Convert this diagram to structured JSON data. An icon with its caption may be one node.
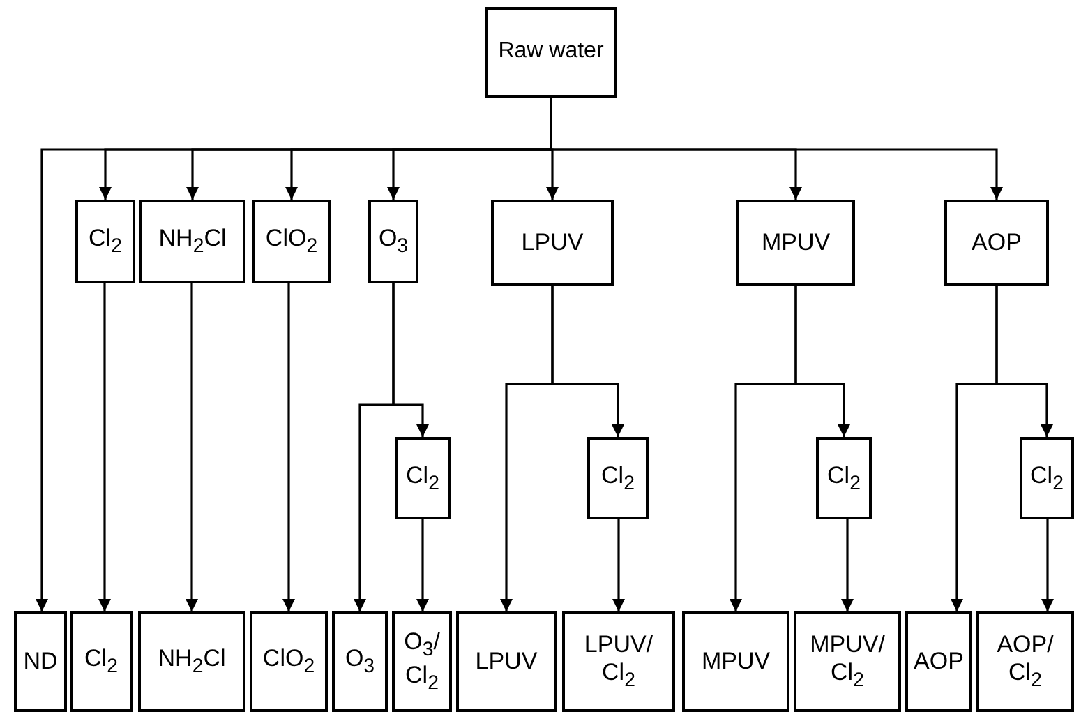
{
  "diagram": {
    "nodes": [
      {
        "text": [
          "Raw water"
        ]
      },
      {
        "text": [
          "Cl$_{2}$"
        ]
      },
      {
        "text": [
          "NH$_{2}$Cl"
        ]
      },
      {
        "text": [
          "ClO$_{2}$"
        ]
      },
      {
        "text": [
          "O$_{3}$"
        ]
      },
      {
        "text": [
          "LPUV"
        ]
      },
      {
        "text": [
          "MPUV"
        ]
      },
      {
        "text": [
          "AOP"
        ]
      },
      {
        "text": [
          "Cl$_{2}$"
        ]
      },
      {
        "text": [
          "Cl$_{2}$"
        ]
      },
      {
        "text": [
          "Cl$_{2}$"
        ]
      },
      {
        "text": [
          "Cl$_{2}$"
        ]
      },
      {
        "text": [
          "ND"
        ]
      },
      {
        "text": [
          "Cl$_{2}$"
        ]
      },
      {
        "text": [
          "NH$_{2}$Cl"
        ]
      },
      {
        "text": [
          "ClO$_{2}$"
        ]
      },
      {
        "text": [
          "O$_{3}$"
        ]
      },
      {
        "text": [
          "O$_{3}$/ Cl$_{2}$"
        ]
      },
      {
        "text": [
          "LPUV"
        ]
      },
      {
        "text": [
          "LPUV/ Cl$_{2}$"
        ]
      },
      {
        "text": [
          "MPUV"
        ]
      },
      {
        "text": [
          "MPUV/ Cl$_{2}$"
        ]
      },
      {
        "text": [
          "AOP"
        ]
      },
      {
        "text": [
          "AOP/ Cl$_{2}$"
        ]
      }
    ],
    "edges": [
      {
        "from": 0,
        "to": 12,
        "arrow": "to"
      },
      {
        "from": 0,
        "to": 1,
        "arrow": "to"
      },
      {
        "from": 0,
        "to": 2,
        "arrow": "to"
      },
      {
        "from": 0,
        "to": 3,
        "arrow": "to"
      },
      {
        "from": 0,
        "to": 4,
        "arrow": "to"
      },
      {
        "from": 0,
        "to": 5,
        "arrow": "to"
      },
      {
        "from": 0,
        "to": 6,
        "arrow": "to"
      },
      {
        "from": 0,
        "to": 7,
        "arrow": "to"
      },
      {
        "from": 1,
        "to": 13,
        "arrow": "to"
      },
      {
        "from": 2,
        "to": 14,
        "arrow": "to"
      },
      {
        "from": 3,
        "to": 15,
        "arrow": "to"
      },
      {
        "from": 4,
        "to": 16,
        "arrow": "to"
      },
      {
        "from": 4,
        "to": 8,
        "arrow": "to"
      },
      {
        "from": 8,
        "to": 17,
        "arrow": "to"
      },
      {
        "from": 5,
        "to": 18,
        "arrow": "to"
      },
      {
        "from": 5,
        "to": 9,
        "arrow": "to"
      },
      {
        "from": 9,
        "to": 19,
        "arrow": "to"
      },
      {
        "from": 6,
        "to": 20,
        "arrow": "to"
      },
      {
        "from": 6,
        "to": 10,
        "arrow": "to"
      },
      {
        "from": 10,
        "to": 21,
        "arrow": "to"
      },
      {
        "from": 7,
        "to": 22,
        "arrow": "to"
      },
      {
        "from": 7,
        "to": 11,
        "arrow": "to"
      },
      {
        "from": 11,
        "to": 23,
        "arrow": "to"
      }
    ]
  }
}
